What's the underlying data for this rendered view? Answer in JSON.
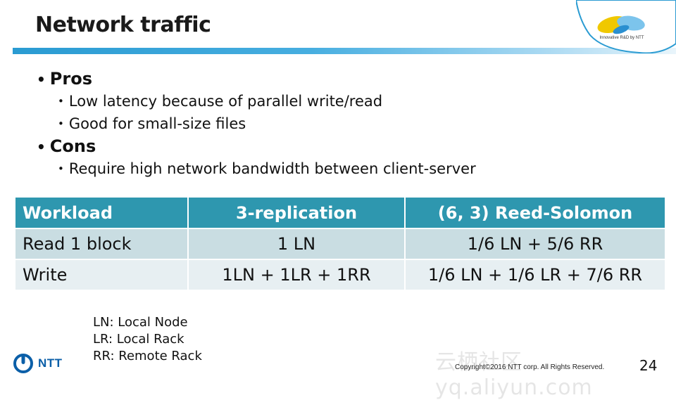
{
  "slide": {
    "title": "Network traffic",
    "logo_caption": "Innovative R&D by NTT",
    "bullets": {
      "pros": "Pros",
      "pros_items": [
        "Low latency because of parallel write/read",
        "Good for small-size files"
      ],
      "cons": "Cons",
      "cons_items": [
        "Require high network bandwidth between client-server"
      ]
    },
    "table": {
      "headers": [
        "Workload",
        "3-replication",
        "(6, 3) Reed-Solomon"
      ],
      "rows": [
        [
          "Read 1 block",
          "1 LN",
          "1/6 LN + 5/6 RR"
        ],
        [
          "Write",
          "1LN + 1LR + 1RR",
          "1/6 LN + 1/6 LR + 7/6 RR"
        ]
      ]
    },
    "legend": [
      "LN: Local Node",
      "LR: Local Rack",
      "RR: Remote Rack"
    ],
    "footer": {
      "brand": "NTT",
      "watermark": "云栖社区 yq.aliyun.com",
      "copyright": "Copyright©2016 NTT corp. All Rights Reserved.",
      "page_number": "24"
    },
    "colors": {
      "header_bg": "#2e97af",
      "row1_bg": "#c9dde2",
      "row2_bg": "#e7eff2",
      "title_bar": "#2a9bd2",
      "ntt_blue": "#0b5fa8"
    }
  }
}
